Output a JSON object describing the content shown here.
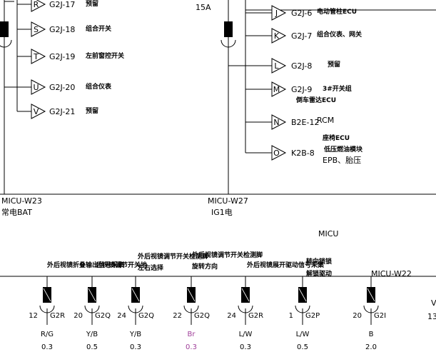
{
  "colors": {
    "line": "#000000",
    "magenta": "#a0409a"
  },
  "top_labels": {
    "fuse": "15A"
  },
  "left_branches": [
    {
      "letter": "R",
      "code": "G2J-17",
      "desc": "预留"
    },
    {
      "letter": "S",
      "code": "G2J-18",
      "desc": "组合开关"
    },
    {
      "letter": "T",
      "code": "G2J-19",
      "desc": "左前窗控开关"
    },
    {
      "letter": "U",
      "code": "G2J-20",
      "desc": "组合仪表"
    },
    {
      "letter": "V",
      "code": "G2J-21",
      "desc": "预留"
    }
  ],
  "right_branches": [
    {
      "letter": "J",
      "code": "G2J-6",
      "desc": [
        "电动管柱ECU"
      ]
    },
    {
      "letter": "K",
      "code": "G2J-7",
      "desc": [
        "组合仪表、网关"
      ]
    },
    {
      "letter": "L",
      "code": "G2J-8",
      "desc": [
        "预留"
      ]
    },
    {
      "letter": "M",
      "code": "G2J-9",
      "desc": [
        "3#开关组",
        "倒车雷达ECU"
      ]
    },
    {
      "letter": "N",
      "code": "B2E-12",
      "desc": [
        "RCM"
      ]
    },
    {
      "letter": "O",
      "code": "K2B-8",
      "desc": [
        "座椅ECU",
        "低压燃油模块",
        "EPB、胎压"
      ]
    }
  ],
  "micu_labels": {
    "w23": "MICU-W23",
    "w23_sub": "常电BAT",
    "w27": "MICU-W27",
    "w27_sub": "IG1电",
    "micu": "MICU",
    "w22": "MICU-W22",
    "edge_v": "V",
    "edge_13": "13"
  },
  "bottom_descs": [
    "外后视镜折叠输出信号采集",
    "后视镜调节开关地",
    "外后视镜调节开关检测脚",
    "左右选择",
    "外后视镜调节开关检测脚",
    "旋转方向",
    "外后视镜展开驱动信号采集",
    "转向锁锁",
    "解锁驱动"
  ],
  "bottom_connectors": [
    {
      "pin": "12",
      "code": "G2R",
      "wire": "R/G",
      "size": "0.3",
      "magenta": false
    },
    {
      "pin": "20",
      "code": "G2Q",
      "wire": "Y/B",
      "size": "0.5",
      "magenta": false
    },
    {
      "pin": "24",
      "code": "G2Q",
      "wire": "Y/B",
      "size": "0.3",
      "magenta": false
    },
    {
      "pin": "22",
      "code": "G2Q",
      "wire": "Br",
      "size": "0.3",
      "magenta": true
    },
    {
      "pin": "24",
      "code": "G2R",
      "wire": "L/W",
      "size": "0.3",
      "magenta": false
    },
    {
      "pin": "1",
      "code": "G2P",
      "wire": "L/W",
      "size": "0.5",
      "magenta": false
    },
    {
      "pin": "20",
      "code": "G2I",
      "wire": "B",
      "size": "2.0",
      "magenta": false
    }
  ]
}
